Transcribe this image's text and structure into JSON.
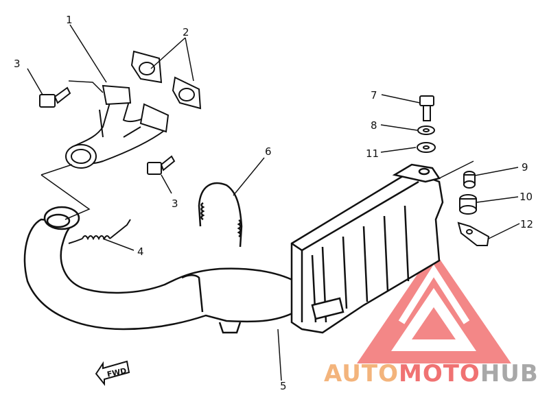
{
  "diagram": {
    "callouts": [
      {
        "id": "p1",
        "label": "1"
      },
      {
        "id": "p2",
        "label": "2"
      },
      {
        "id": "p3a",
        "label": "3"
      },
      {
        "id": "p3b",
        "label": "3"
      },
      {
        "id": "p4",
        "label": "4"
      },
      {
        "id": "p5",
        "label": "5"
      },
      {
        "id": "p6",
        "label": "6"
      },
      {
        "id": "p7",
        "label": "7"
      },
      {
        "id": "p8",
        "label": "8"
      },
      {
        "id": "p9",
        "label": "9"
      },
      {
        "id": "p10",
        "label": "10"
      },
      {
        "id": "p11",
        "label": "11"
      },
      {
        "id": "p12",
        "label": "12"
      }
    ],
    "fwd_label": "FWD"
  },
  "watermark": {
    "part1": "AUTO",
    "part2": "MOTO",
    "part3": "HUB",
    "colors": {
      "primary": "#f2a766",
      "secondary": "#ee5a5a",
      "tertiary": "#9a9a9a",
      "logo": "#f06060"
    }
  }
}
